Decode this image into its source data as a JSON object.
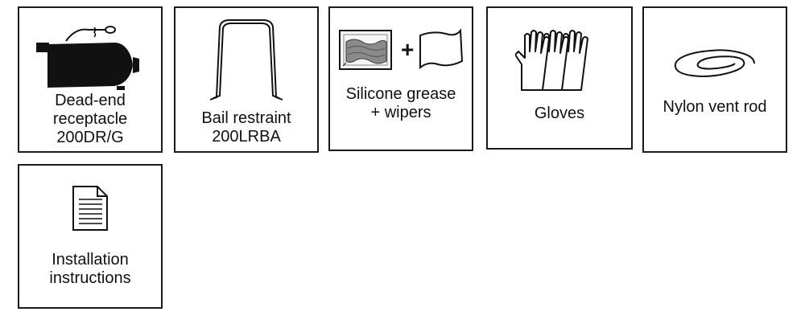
{
  "items": [
    {
      "icon": "dead-end-receptacle-icon",
      "lines": [
        "Dead-end",
        "receptacle",
        "200DR/G"
      ]
    },
    {
      "icon": "bail-restraint-icon",
      "lines": [
        "Bail restraint",
        "200LRBA"
      ]
    },
    {
      "icon": "silicone-grease-wipers-icon",
      "plus": "+",
      "lines": [
        "Silicone grease",
        "+ wipers"
      ]
    },
    {
      "icon": "gloves-icon",
      "lines": [
        "Gloves"
      ]
    },
    {
      "icon": "nylon-vent-rod-icon",
      "lines": [
        "Nylon vent rod"
      ]
    },
    {
      "icon": "document-icon",
      "lines": [
        "Installation",
        "instructions"
      ]
    }
  ]
}
